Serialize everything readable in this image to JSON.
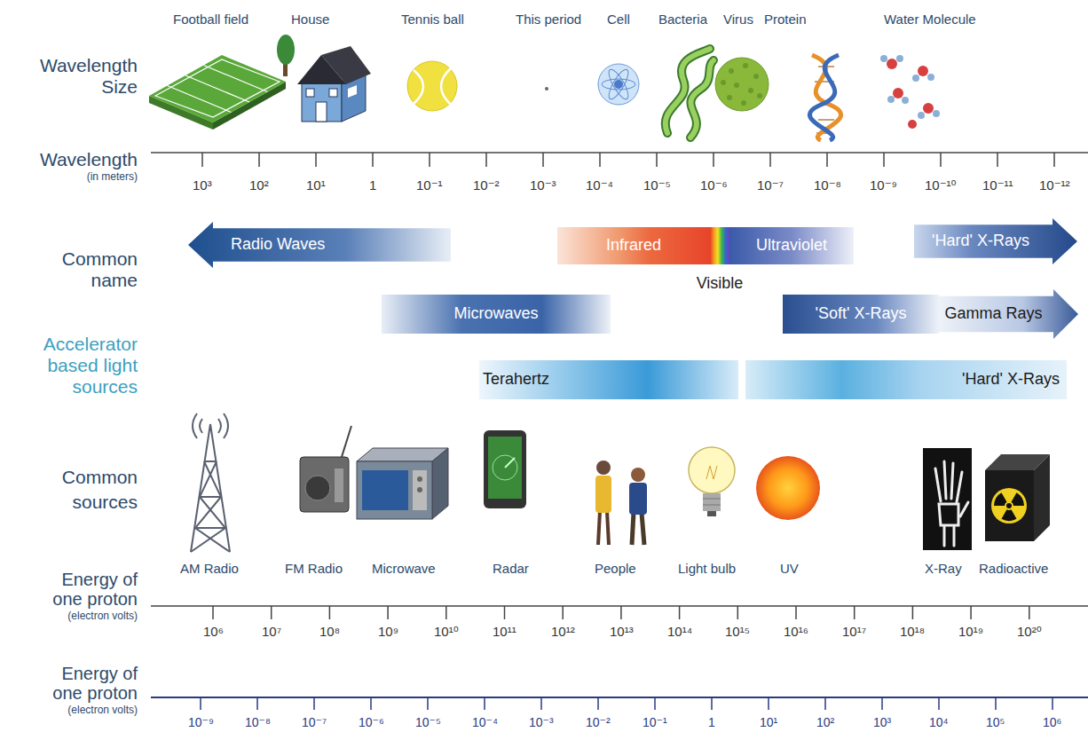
{
  "diagram": {
    "nodes": [
      {
        "text": [
          "Radio Waves"
        ]
      },
      {
        "text": [
          "Infrared"
        ]
      },
      {
        "text": [
          "Visible"
        ]
      },
      {
        "text": [
          "Ultraviolet"
        ]
      },
      {
        "text": [
          "'Hard' X-Rays"
        ]
      },
      {
        "text": [
          "Microwaves"
        ]
      },
      {
        "text": [
          "'Soft' X-Rays"
        ]
      },
      {
        "text": [
          "Gamma Rays"
        ]
      },
      {
        "text": [
          "Terahertz"
        ]
      },
      {
        "text": [
          "'Hard' X-Rays"
        ]
      }
    ],
    "labels": [
      "Wavelength Size",
      "Wavelength",
      "(in meters)",
      "Common name",
      "Accelerator based light sources",
      "Common sources",
      "Energy of one proton",
      "(electron volts)",
      "Energy of one proton",
      "(electron volts)",
      "Football field",
      "House",
      "Tennis ball",
      "This period",
      "Cell",
      "Bacteria",
      "Virus",
      "Protein",
      "Water Molecule",
      "10³",
      "10²",
      "10¹",
      "1",
      "10⁻¹",
      "10⁻²",
      "10⁻³",
      "10⁻⁴",
      "10⁻⁵",
      "10⁻⁶",
      "10⁻⁷",
      "10⁻⁸",
      "10⁻⁹",
      "10⁻¹⁰",
      "10⁻¹¹",
      "10⁻¹²",
      "AM Radio",
      "FM Radio",
      "Microwave",
      "Radar",
      "People",
      "Light bulb",
      "UV",
      "X-Ray",
      "Radioactive",
      "10⁶",
      "10⁷",
      "10⁸",
      "10⁹",
      "10¹⁰",
      "10¹¹",
      "10¹²",
      "10¹³",
      "10¹⁴",
      "10¹⁵",
      "10¹⁶",
      "10¹⁷",
      "10¹⁸",
      "10¹⁹",
      "10²⁰",
      "10⁻⁹",
      "10⁻⁸",
      "10⁻⁷",
      "10⁻⁶",
      "10⁻⁵",
      "10⁻⁴",
      "10⁻³",
      "10⁻²",
      "10⁻¹",
      "1",
      "10¹",
      "10²",
      "10³",
      "10⁴",
      "10⁵",
      "10⁶"
    ]
  }
}
